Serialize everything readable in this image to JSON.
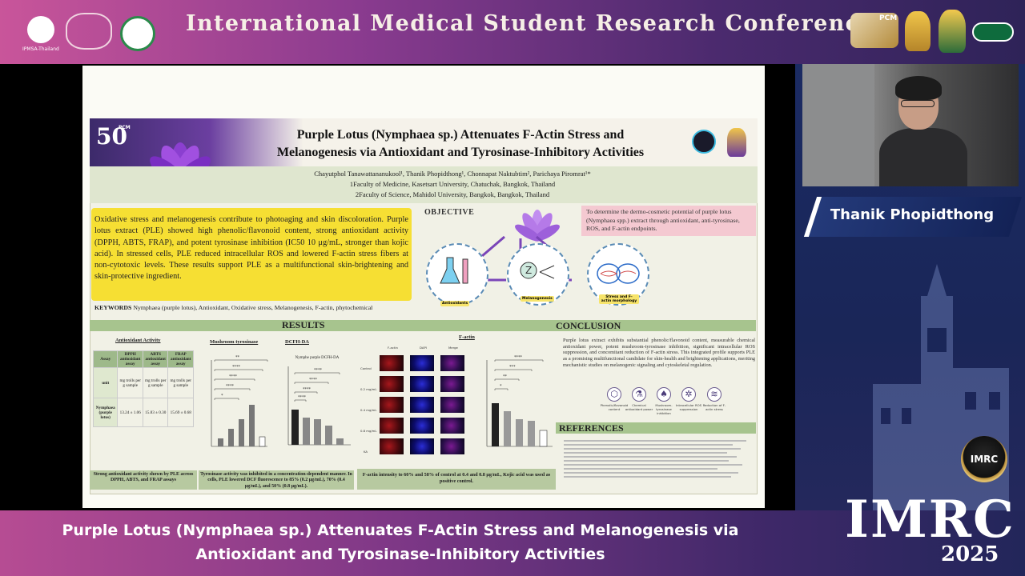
{
  "banner": {
    "title": "International Medical Student Research Conference",
    "logo_ipmsa": "IPMSA-Thailand",
    "logo_pcm": "PCM"
  },
  "speaker": {
    "name": "Thanik Phopidthong"
  },
  "caption": {
    "line1": "Purple Lotus (Nymphaea sp.) Attenuates F-Actin Stress and Melanogenesis via",
    "line2": "Antioxidant and Tyrosinase-Inhibitory Activities"
  },
  "branding": {
    "imrc": "IMRC",
    "year": "2025",
    "badge": "IMRC"
  },
  "poster": {
    "fifty": "50",
    "fifty_sub": "PCM",
    "title_line1": "Purple Lotus (Nymphaea sp.) Attenuates F-Actin Stress and",
    "title_line2": "Melanogenesis via Antioxidant and Tyrosinase-Inhibitory Activities",
    "authors": "Chayutphol Tanawattananukool¹, Thanik Phopidthong¹, Chonnapat Naktubtim², Parichaya Piromrat¹*",
    "affil1": "1Faculty of Medicine, Kasetsart University, Chatuchak, Bangkok, Thailand",
    "affil2": "2Faculty of Science, Mahidol University, Bangkok, Bangkok, Thailand",
    "abstract": "Oxidative stress and melanogenesis contribute to photoaging and skin discoloration. Purple lotus extract (PLE) showed high phenolic/flavonoid content, strong antioxidant activity (DPPH, ABTS, FRAP), and potent tyrosinase inhibition (IC50 10 μg/mL, stronger than kojic acid). In stressed cells, PLE reduced intracellular ROS and lowered F-actin stress fibers at non-cytotoxic levels. These results support PLE as a multifunctional skin-brightening and skin-protective ingredient.",
    "keywords_label": "KEYWORDS",
    "keywords": "Nymphaea (purple lotus), Antioxidant, Oxidative stress, Melanogenesis, F-actin, phytochemical",
    "objective_title": "OBJECTIVE",
    "objective_text": "To determine the dermo-cosmetic potential of purple lotus (Nymphaea spp.) extract through antioxidant, anti-tyrosinase, ROS, and F-actin endpoints.",
    "objective_circles": [
      "Antioxidants",
      "Melanogenesis",
      "Stress and F-actin morphology"
    ],
    "results_title": "RESULTS",
    "conclusion_title": "CONCLUSION",
    "references_title": "REFERENCES",
    "antioxidant": {
      "title": "Antioxidant Activity",
      "headers": [
        "Assay",
        "DPPH antioxidant assay",
        "ABTS antioxidant assay",
        "FRAP antioxidant assay"
      ],
      "row_unit": [
        "unit",
        "mg trolls per g sample",
        "mg trolls per g sample",
        "mg trolls per g sample"
      ],
      "row_values": [
        "Nymphaea (purple lotus)",
        "13.24 ± 1.06",
        "15.83 ± 0.30",
        "15.69 ± 0.68"
      ],
      "caption": "Strong antioxidant activity shown by PLE across DPPH, ABTS, and FRAP assays"
    },
    "tyrosinase": {
      "title": "Mushroom tyrosinase",
      "caption": "Tyrosinase activity was inhibited in a concentration-dependent manner. In cells, PLE lowered DCF fluorescence to 85% (0.2 μg/mL), 70% (0.4 μg/mL), and 50% (0.8 μg/mL)."
    },
    "dcfh": {
      "title": "DCFH-DA",
      "subtitle": "Nymphe purple DCFH-DA"
    },
    "factin": {
      "title": "F-actin",
      "col_labels": [
        "F-actin",
        "DAPI",
        "Merge"
      ],
      "row_labels": [
        "Control",
        "0.2 mg/mL",
        "0.4 mg/mL",
        "0.8 mg/mL",
        "KA"
      ],
      "caption": "F-actin intensity to 60% and 58% of control at 0.4 and 0.8 μg/mL, Kojic acid was used as positive control."
    },
    "conclusion_text": "Purple lotus extract exhibits substantial phenolic/flavonoid content, measurable chemical antioxidant power, potent mushroom-tyrosinase inhibition, significant intracellular ROS suppression, and concomitant reduction of F-actin stress. This integrated profile supports PLE as a promising multifunctional candidate for skin-health and brightening applications, meriting mechanistic studies on melanogenic signaling and cytoskeletal regulation.",
    "conclusion_icons": [
      {
        "icon": "molecule-icon",
        "label": "Phenolic/flavonoid content"
      },
      {
        "icon": "flask-icon",
        "label": "Chemical antioxidant power"
      },
      {
        "icon": "mushroom-icon",
        "label": "Mushroom-tyrosinase inhibition"
      },
      {
        "icon": "ros-icon",
        "label": "Intracellular ROS suppression"
      },
      {
        "icon": "fiber-icon",
        "label": "Reduction of F-actin stress"
      }
    ]
  }
}
